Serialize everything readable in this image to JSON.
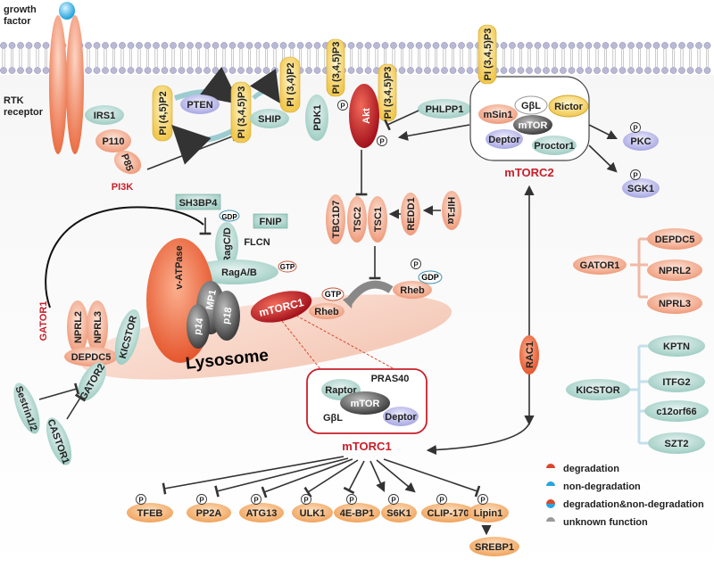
{
  "labels": {
    "growth_factor": [
      "growth",
      "factor"
    ],
    "rtk_receptor": [
      "RTK",
      "receptor"
    ],
    "irs1": "IRS1",
    "p110": "P110",
    "p85": "P85",
    "pi3k": "PI3K",
    "pip2_left": "PI (4,5)P2",
    "pten": "PTEN",
    "pip3_mid": "PI (3,4,5)P3",
    "ship": "SHIP",
    "pi34p2": "PI (3,4)P2",
    "pdk1": "PDK1",
    "pip3_akt": "PI (3,4,5)P3",
    "akt": "Akt",
    "phlpp1": "PHLPP1",
    "pip3_mtorc2": "PI (3,4,5)P3",
    "msin1": "mSin1",
    "gbl2": "GβL",
    "rictor": "Rictor",
    "mtor2": "mTOR",
    "deptor2": "Deptor",
    "proctor1": "Proctor1",
    "mtorc2_title": "mTORC2",
    "pkc": "PKC",
    "sgk1": "SGK1",
    "sh3bp4": "SH3BP4",
    "gdp_rag": "GDP",
    "ragc_d": "RagC/D",
    "fnip": "FNIP",
    "flcn": "FLCN",
    "raga_b": "RagA/B",
    "gtp_rag": "GTP",
    "vatpase": "v-ATPase",
    "mp1": "MP1",
    "p14": "p14",
    "p18": "p18",
    "lysosome": "Lysosome",
    "mtorc1_lys": "mTORC1",
    "gtp_rheb": "GTP",
    "rheb1": "Rheb",
    "rheb2": "Rheb",
    "gdp_rheb": "GDP",
    "tbc1d7": "TBC1D7",
    "tsc2": "TSC2",
    "tsc1": "TSC1",
    "redd1": "REDD1",
    "hif1a": "HIF1α",
    "gator1_left": "GATOR1",
    "nprl2_l": "NPRL2",
    "nprl3_l": "NPRL3",
    "depdc5_l": "DEPDC5",
    "kicstor_l": "KICSTOR",
    "gator2": "GATOR2",
    "sestrin": "Sestrin1/2",
    "castor1": "CASTOR1",
    "rac1": "RAC1",
    "raptor": "Raptor",
    "pras40": "PRAS40",
    "mtor1": "mTOR",
    "gbl1": "GβL",
    "deptor1": "Deptor",
    "mtorc1_title": "mTORC1",
    "gator1_right": "GATOR1",
    "depdc5_r": "DEPDC5",
    "nprl2_r": "NPRL2",
    "nprl3_r": "NPRL3",
    "kicstor_r": "KICSTOR",
    "kptn": "KPTN",
    "itfg2": "ITFG2",
    "c12orf66": "c12orf66",
    "szt2": "SZT2",
    "tfeb": "TFEB",
    "pp2a": "PP2A",
    "atg13": "ATG13",
    "ulk1": "ULK1",
    "4ebp1": "4E-BP1",
    "s6k1": "S6K1",
    "clip170": "CLIP-170",
    "lipin1": "Lipin1",
    "srebp1": "SREBP1",
    "phospho": "P"
  },
  "legend": [
    {
      "label": "degradation",
      "color": "#d9472b"
    },
    {
      "label": "non-degradation",
      "color": "#29a3df"
    },
    {
      "label": "degradation&non-degradation",
      "color": "#d9472b"
    },
    {
      "label": "unknown function",
      "color": "#9a9a9a"
    }
  ]
}
